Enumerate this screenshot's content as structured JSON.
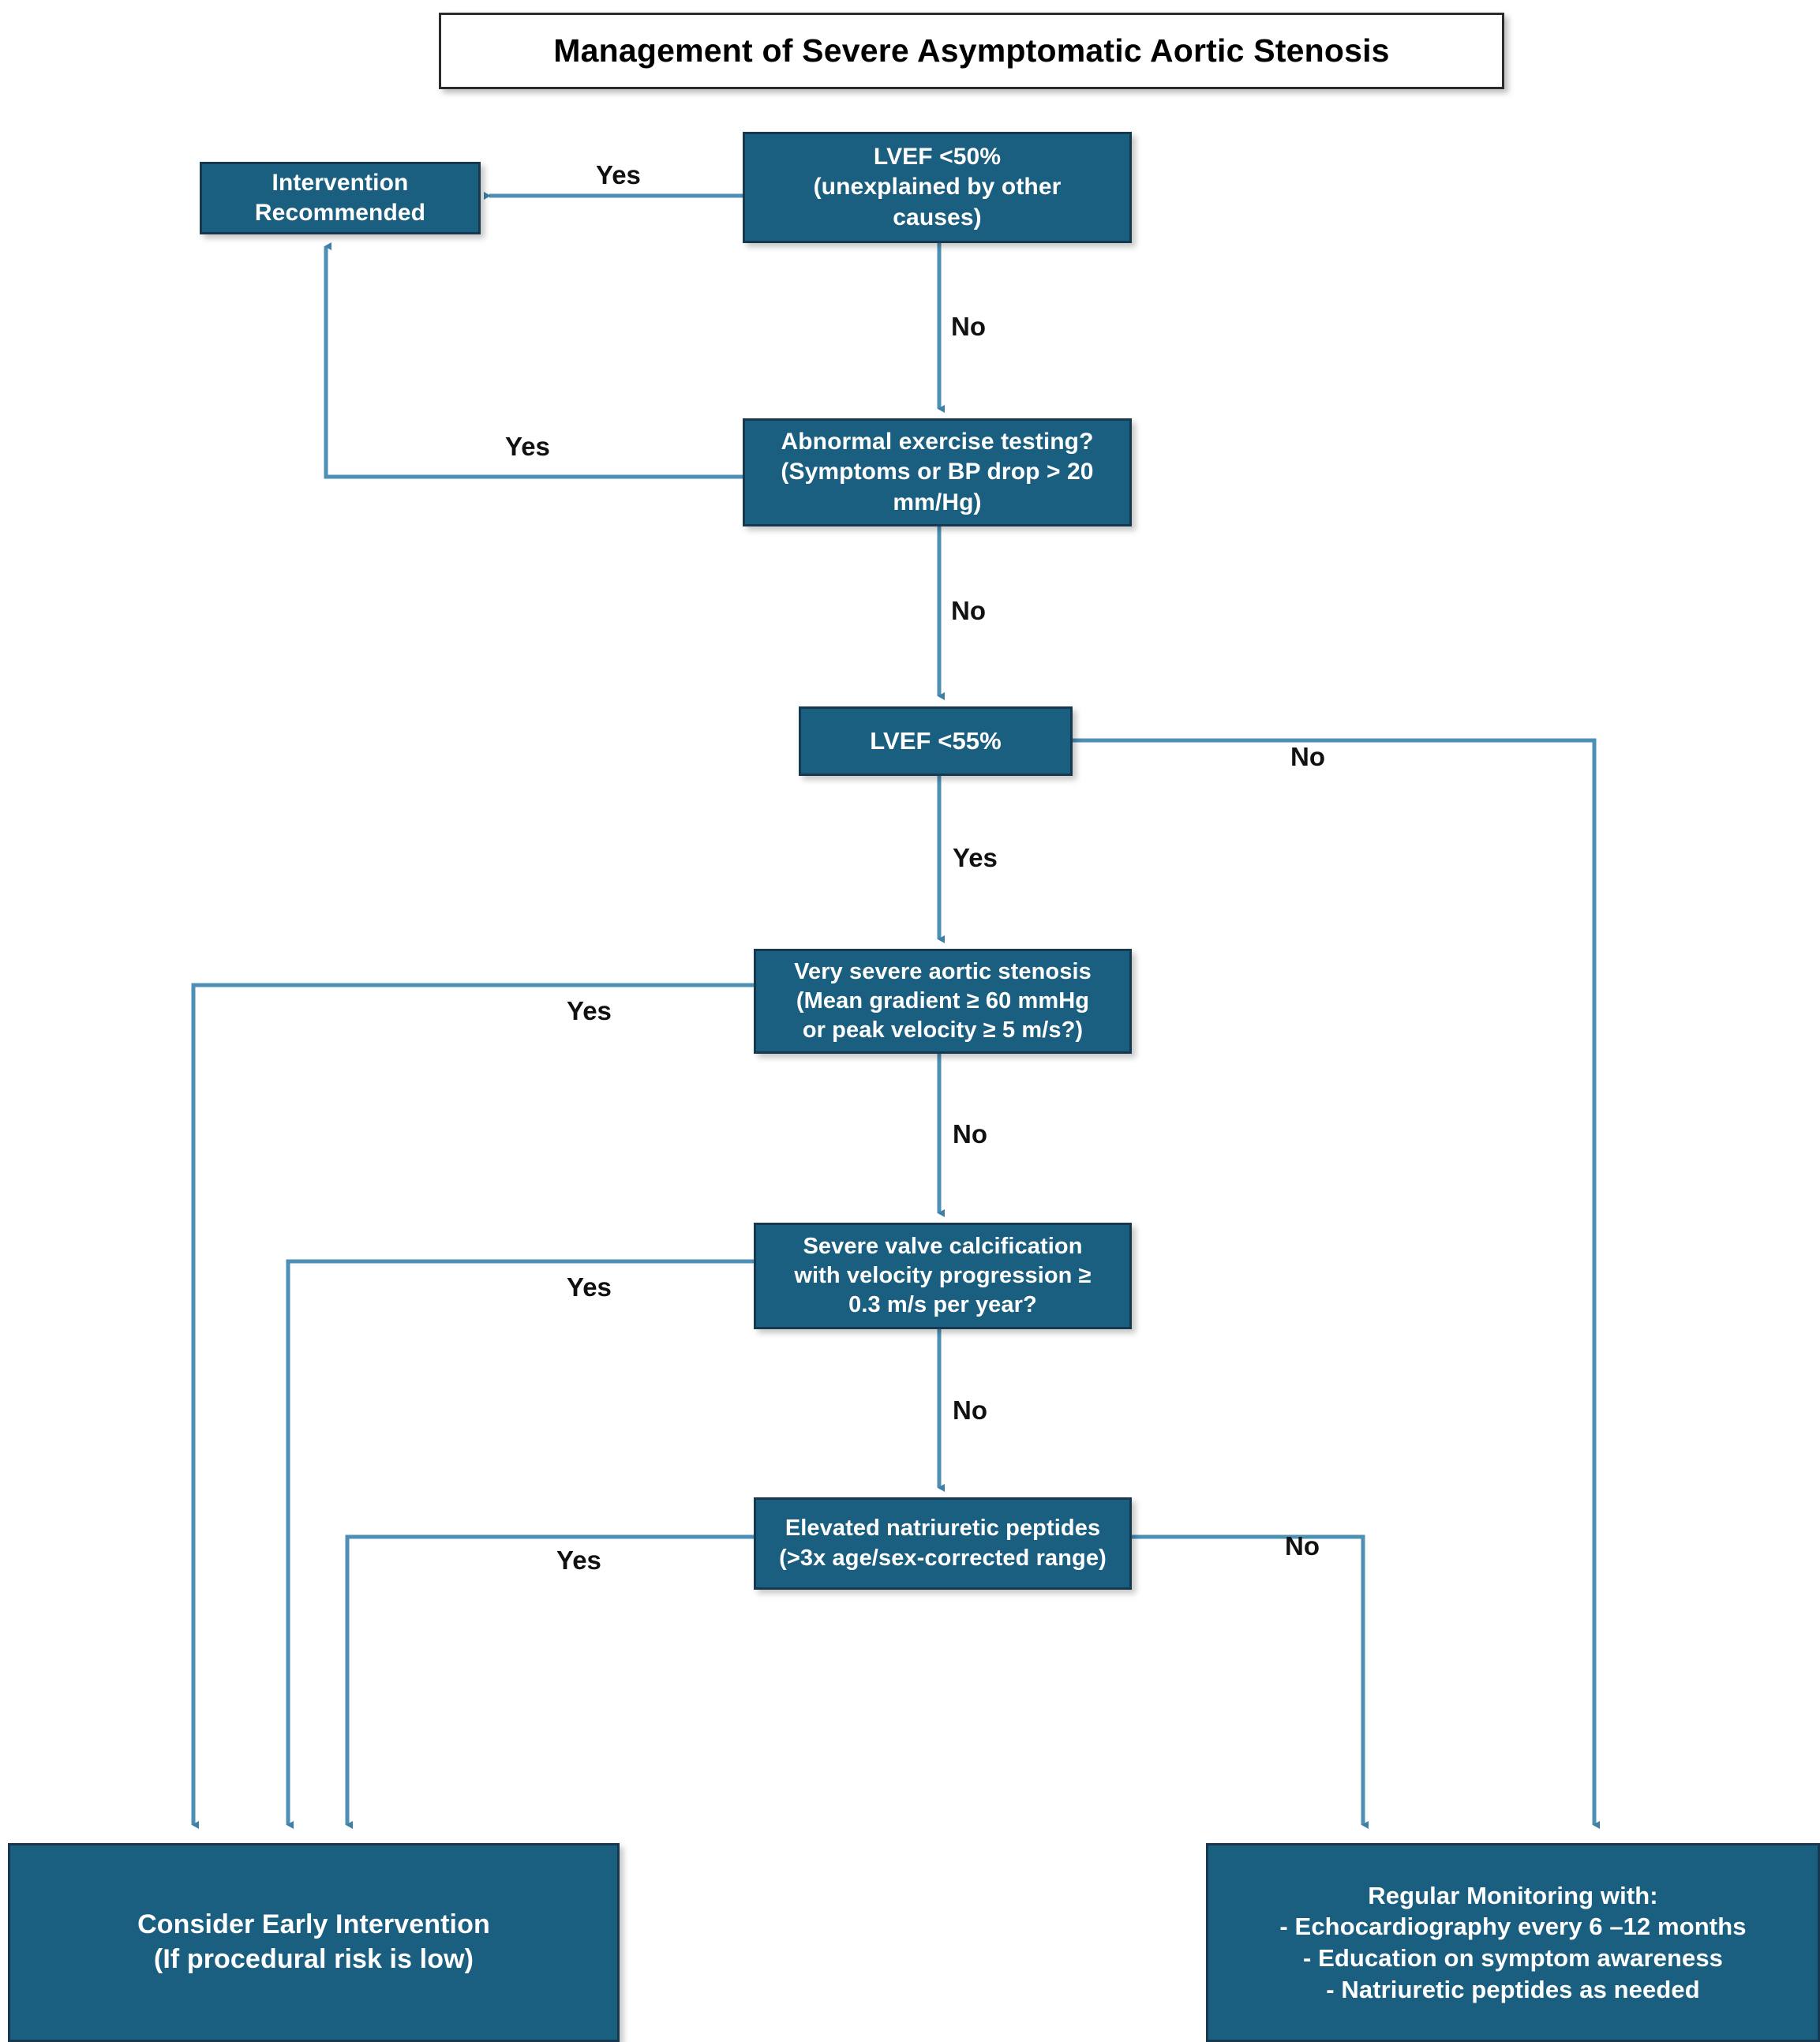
{
  "title": {
    "text": "Management of Severe Asymptomatic Aortic Stenosis"
  },
  "colors": {
    "node_fill": "#1A5E80",
    "node_border": "#17394F",
    "connector": "#4E8FB5",
    "node_text": "#FFFFFF",
    "label_text": "#111111",
    "title_border": "#2B2B2B",
    "background": "#FFFFFF"
  },
  "nodes": {
    "intervention_recommended": "Intervention\nRecommended",
    "lvef_50": "LVEF <50%\n(unexplained by other\ncauses)",
    "abnormal_exercise": "Abnormal exercise testing?\n(Symptoms or BP drop > 20\nmm/Hg)",
    "lvef_55": "LVEF <55%",
    "very_severe": "Very severe aortic stenosis\n(Mean gradient ≥ 60 mmHg\nor peak velocity ≥ 5 m/s?)",
    "calcification": "Severe valve calcification\nwith velocity progression ≥\n0.3 m/s per year?",
    "natriuretic": "Elevated natriuretic peptides\n(>3x age/sex-corrected range)",
    "early_intervention": "Consider Early Intervention\n(If procedural risk is low)",
    "regular_monitoring": "Regular Monitoring with:\n-   Echocardiography every 6 –12 months\n-    Education on symptom awareness\n-    Natriuretic peptides as needed"
  },
  "edge_labels": {
    "yes_lvef50": "Yes",
    "no_lvef50": "No",
    "yes_exercise": "Yes",
    "no_exercise": "No",
    "no_lvef55": "No",
    "yes_lvef55": "Yes",
    "yes_very_severe": "Yes",
    "no_very_severe": "No",
    "yes_calcification": "Yes",
    "no_calcification": "No",
    "yes_natriuretic": "Yes",
    "no_natriuretic": "No"
  },
  "chart_data": {
    "type": "diagram",
    "title": "Management of Severe Asymptomatic Aortic Stenosis",
    "diagram_kind": "decision-flowchart",
    "decision_nodes": [
      {
        "id": "lvef_50",
        "label": "LVEF <50% (unexplained by other causes)",
        "yes": "intervention_recommended",
        "no": "abnormal_exercise"
      },
      {
        "id": "abnormal_exercise",
        "label": "Abnormal exercise testing? (Symptoms or BP drop > 20 mm/Hg)",
        "yes": "intervention_recommended",
        "no": "lvef_55"
      },
      {
        "id": "lvef_55",
        "label": "LVEF <55%",
        "yes": "very_severe",
        "no": "regular_monitoring"
      },
      {
        "id": "very_severe",
        "label": "Very severe aortic stenosis (Mean gradient ≥ 60 mmHg or peak velocity ≥ 5 m/s?)",
        "yes": "early_intervention",
        "no": "calcification"
      },
      {
        "id": "calcification",
        "label": "Severe valve calcification with velocity progression ≥ 0.3 m/s per year?",
        "yes": "early_intervention",
        "no": "natriuretic"
      },
      {
        "id": "natriuretic",
        "label": "Elevated natriuretic peptides (>3x age/sex-corrected range)",
        "yes": "early_intervention",
        "no": "regular_monitoring"
      }
    ],
    "terminal_nodes": [
      {
        "id": "intervention_recommended",
        "label": "Intervention Recommended"
      },
      {
        "id": "early_intervention",
        "label": "Consider Early Intervention (If procedural risk is low)"
      },
      {
        "id": "regular_monitoring",
        "label": "Regular Monitoring with: Echocardiography every 6 –12 months; Education on symptom awareness; Natriuretic peptides as needed"
      }
    ]
  }
}
